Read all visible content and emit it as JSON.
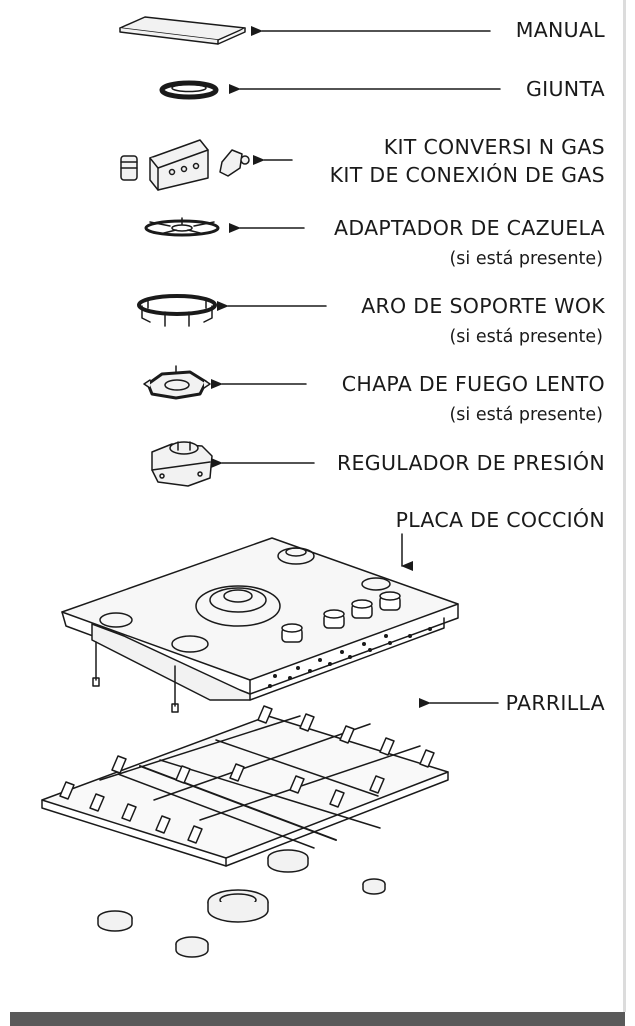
{
  "labels": {
    "manual": "MANUAL",
    "giunta": "GIUNTA",
    "kit_line1": "KIT CONVERSI N GAS",
    "kit_line2": "KIT DE CONEXIÓN DE GAS",
    "adaptador": "ADAPTADOR DE CAZUELA",
    "aro": "ARO DE SOPORTE WOK",
    "chapa": "CHAPA DE FUEGO LENTO",
    "regulador": "REGULADOR DE PRESIÓN",
    "placa": "PLACA DE COCCIÓN",
    "parrilla": "PARRILLA",
    "if_present": "(si está presente)"
  },
  "colors": {
    "line": "#1a1a1a",
    "bar": "#5a5a5a",
    "fill": "#f2f2f2"
  }
}
